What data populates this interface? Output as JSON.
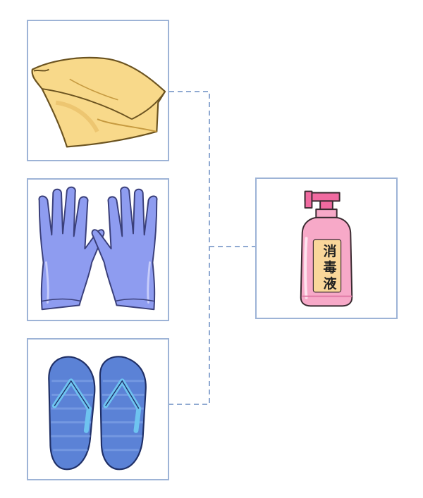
{
  "colors": {
    "panel_border": "#9db3d6",
    "connector": "#8fa9d1",
    "towel": "#f8d98a",
    "glove": "#8e9cf0",
    "flipflop": "#5b82d6",
    "strap": "#6ec3f0",
    "bottle": "#f7a9c8",
    "bottle_label_bg": "#f9d69a"
  },
  "items": [
    {
      "icon": "towel-icon"
    },
    {
      "icon": "gloves-icon"
    },
    {
      "icon": "flip-flops-icon"
    }
  ],
  "target": {
    "icon": "disinfectant-bottle-icon",
    "label_chars": [
      "消",
      "毒",
      "液"
    ]
  }
}
